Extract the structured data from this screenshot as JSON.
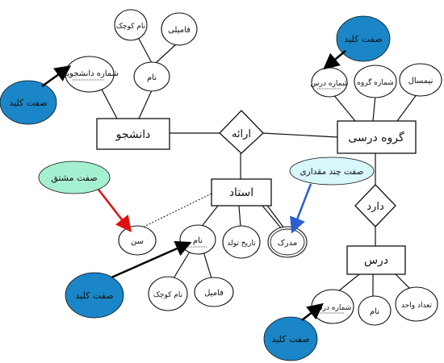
{
  "entities": {
    "student": "دانشجو",
    "course_group": "گروه درسی",
    "professor": "استاد",
    "course": "درس"
  },
  "relationships": {
    "offers": "ارائه",
    "has": "دارد"
  },
  "attributes": {
    "student_number": "شماره دانشجویی",
    "student_name": "نام",
    "student_first_name": "نام کوچک",
    "student_last_name": "فامیلی",
    "group_course_number": "شماره درس",
    "group_number": "شماره گروه",
    "semester": "نیمسال",
    "age": "سن",
    "professor_name": "نام",
    "professor_first_name": "نام کوچک",
    "professor_last_name": "فامیل",
    "birth_date": "تاریخ تولد",
    "degree": "مدرک",
    "course_number": "شماره درس",
    "course_name": "نام",
    "credits": "تعداد واحد"
  },
  "annotations": {
    "key_1": "صفت کلید",
    "key_2": "صفت کلید",
    "key_3": "صفت کلید",
    "key_4": "صفت کلید",
    "derived": "صفت مشتق",
    "multivalued": "صفت چند مقداری"
  },
  "colors": {
    "key_fill": "#1a86c7",
    "derived_fill": "#a6f0d2",
    "multivalued_fill": "#d7f7fb",
    "red_arrow": "#e01010",
    "blue_arrow": "#2a5fd0",
    "black_arrow": "#000000"
  }
}
